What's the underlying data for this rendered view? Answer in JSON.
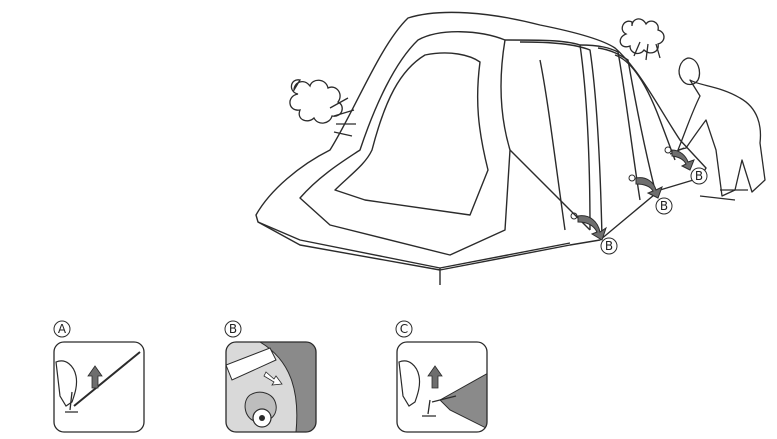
{
  "callouts": {
    "tent_valve_label": "B",
    "panel_a_label": "A",
    "panel_b_label": "B",
    "panel_c_label": "C"
  },
  "colors": {
    "line": "#2b2b2b",
    "arrow_fill": "#6e6e6e",
    "panel_dark": "#8a8a8a",
    "panel_light": "#d9d9d9"
  },
  "icons": [
    "wind-gust-icon",
    "release-valve-arrow-icon",
    "pull-up-arrow-icon",
    "valve-icon"
  ]
}
